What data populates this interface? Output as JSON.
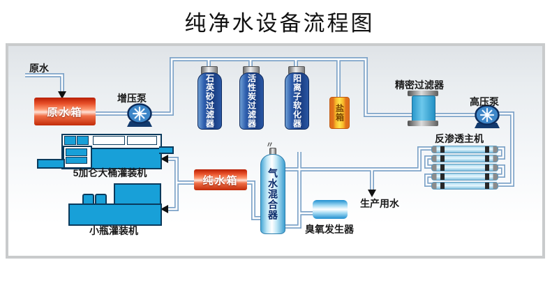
{
  "title": "纯净水设备流程图",
  "labels": {
    "raw_water": "原水",
    "raw_water_tank": "原水箱",
    "booster_pump": "增压泵",
    "quartz_sand_filter": "石英砂过滤器",
    "activated_carbon_filter": "活性炭过滤器",
    "cation_softener": "阳离子软化器",
    "salt_tank": "盐箱",
    "precision_filter": "精密过滤器",
    "high_pressure_pump": "高压泵",
    "reverse_osmosis_unit": "反渗透主机",
    "pure_water_tank": "纯水箱",
    "gas_water_mixer": "气水混合器",
    "ozone_generator": "臭氧发生器",
    "production_water": "生产用水",
    "gallon_filling_machine": "5加仑大桶灌装机",
    "bottle_filling_machine": "小瓶灌装机",
    "mixer_vent_mark": "〃"
  },
  "colors": {
    "pipe_outline": "#7da3c8",
    "tank_navy": "#173a7e",
    "hot_tank_red": "#d63214",
    "machine_blue": "#18a0d8",
    "salt_orange": "#e0701c",
    "salt_yellow": "#ffe34a",
    "cylinder_cyan": "#35a8dc",
    "arrow_black": "#111111"
  }
}
